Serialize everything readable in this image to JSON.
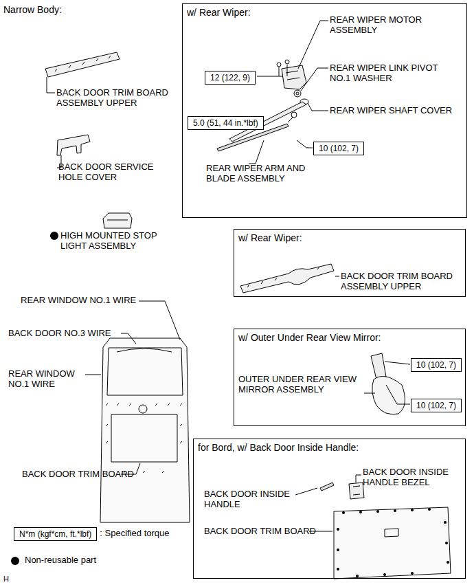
{
  "diagram": {
    "title": "Narrow Body:",
    "nodes": [
      {
        "text": [
          "w/ Rear Wiper:"
        ]
      },
      {
        "text": [
          "12 (122, 9)"
        ],
        "in": 0
      },
      {
        "text": [
          "5.0 (51, 44 in.*lbf)"
        ],
        "in": 0
      },
      {
        "text": [
          "10 (102, 7)"
        ],
        "in": 0
      },
      {
        "text": [
          "w/ Rear Wiper:"
        ]
      },
      {
        "text": [
          "w/ Outer Under Rear View Mirror:"
        ]
      },
      {
        "text": [
          "10 (102, 7)"
        ],
        "in": 5
      },
      {
        "text": [
          "10 (102, 7)"
        ],
        "in": 5
      },
      {
        "text": [
          "for Bord, w/ Back Door Inside Handle:"
        ]
      },
      {
        "text": [
          "N*m (kgf*cm, ft.*lbf)"
        ]
      }
    ],
    "labels": [
      "BACK DOOR TRIM BOARD ASSEMBLY UPPER",
      "REAR WIPER MOTOR ASSEMBLY",
      "REAR WIPER LINK PIVOT NO.1 WASHER",
      "REAR WIPER SHAFT COVER",
      "BACK DOOR SERVICE HOLE COVER",
      "REAR WIPER ARM AND BLADE ASSEMBLY",
      "HIGH MOUNTED STOP LIGHT ASSEMBLY",
      "BACK DOOR TRIM BOARD ASSEMBLY UPPER",
      "REAR WINDOW NO.1 WIRE",
      "BACK DOOR NO.3 WIRE",
      "REAR WINDOW NO.1 WIRE",
      "OUTER UNDER REAR VIEW MIRROR ASSEMBLY",
      "BACK DOOR TRIM BOARD",
      "BACK DOOR INSIDE HANDLE",
      "BACK DOOR INSIDE HANDLE BEZEL",
      "BACK DOOR TRIM BOARD",
      "H"
    ],
    "legend": [
      {
        "text": ": Specified torque"
      },
      {
        "text": "Non-reusable part"
      }
    ]
  }
}
